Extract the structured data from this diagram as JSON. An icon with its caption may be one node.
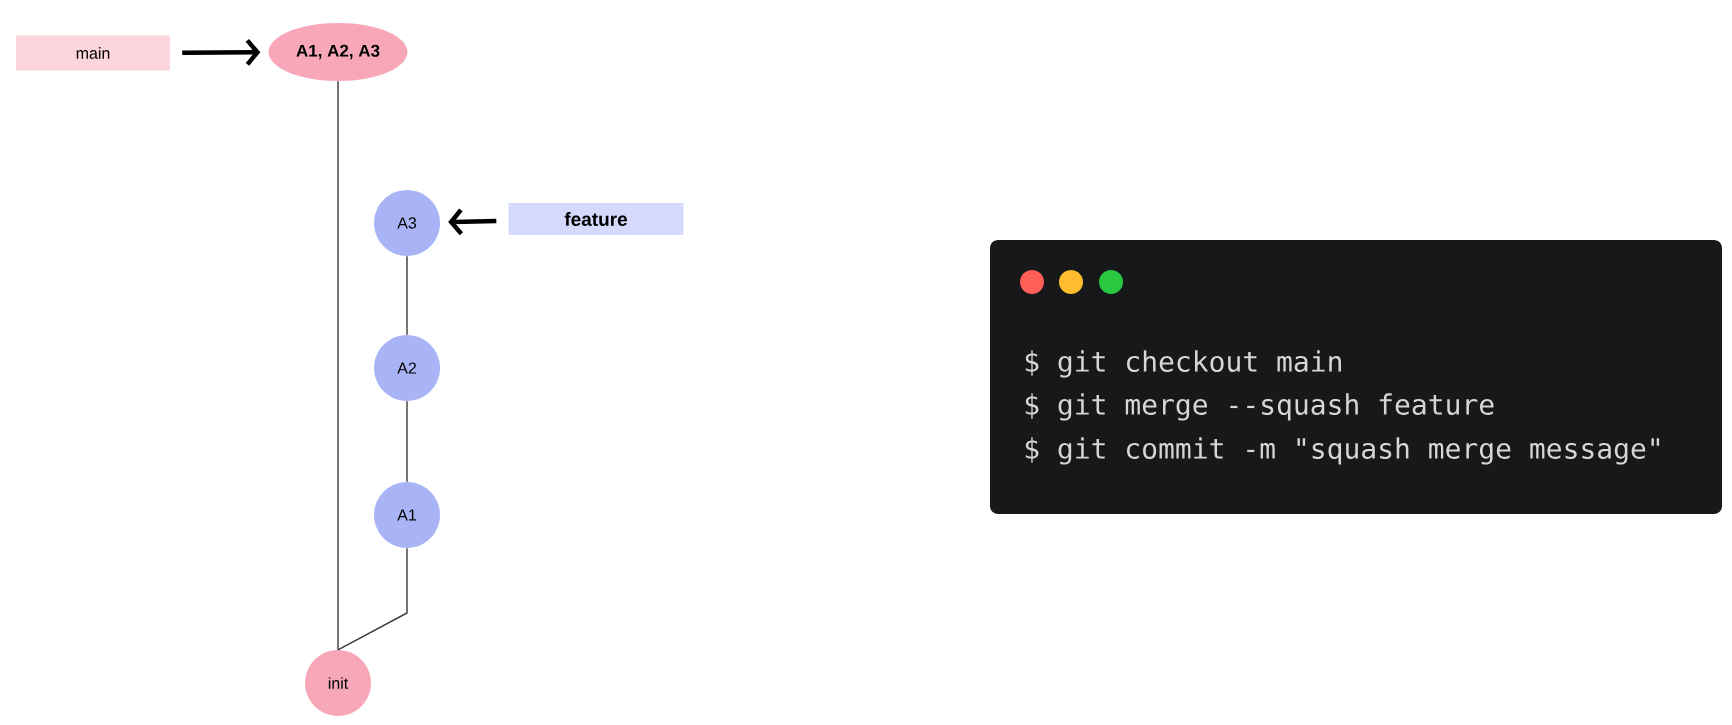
{
  "diagram": {
    "nodes": [
      {
        "text": [
          "main"
        ]
      },
      {
        "text": [
          "A1, A2, A3"
        ]
      },
      {
        "text": [
          "A3"
        ]
      },
      {
        "text": [
          "feature"
        ]
      },
      {
        "text": [
          "A2"
        ]
      },
      {
        "text": [
          "A1"
        ]
      },
      {
        "text": [
          "init"
        ]
      },
      {
        "text": [
          "$ git checkout main",
          "$ git merge --squash feature",
          "$ git commit -m \"squash merge message\""
        ]
      }
    ],
    "edges": [
      {
        "from": 0,
        "to": 1,
        "arrow": "to",
        "style": "thick"
      },
      {
        "from": 3,
        "to": 2,
        "arrow": "to",
        "style": "thick"
      },
      {
        "from": 1,
        "to": 6,
        "arrow": "none"
      },
      {
        "from": 2,
        "to": 4,
        "arrow": "none"
      },
      {
        "from": 4,
        "to": 5,
        "arrow": "none"
      },
      {
        "from": 5,
        "to": 6,
        "arrow": "none"
      }
    ]
  }
}
